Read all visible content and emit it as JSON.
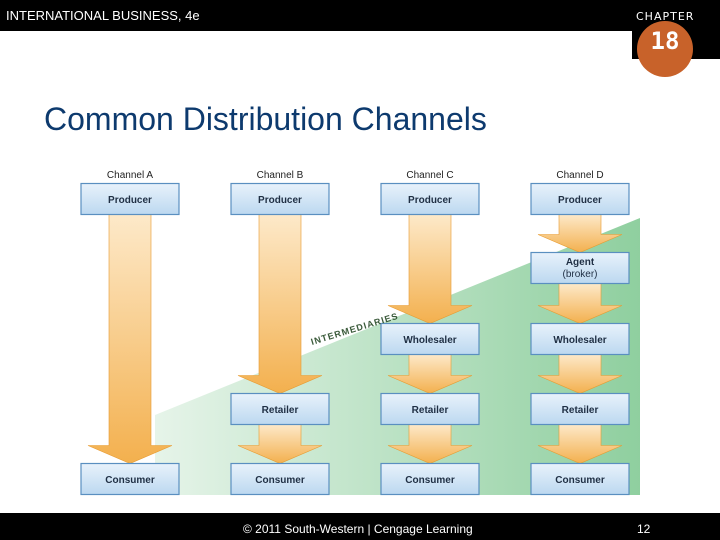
{
  "header": {
    "book_title": "INTERNATIONAL BUSINESS, 4e",
    "chapter_label": "CHAPTER",
    "chapter_number": "18"
  },
  "title": "Common Distribution Channels",
  "diagram": {
    "channels": [
      {
        "name": "Channel A",
        "steps": [
          "Producer",
          "Consumer"
        ]
      },
      {
        "name": "Channel B",
        "steps": [
          "Producer",
          "Retailer",
          "Consumer"
        ]
      },
      {
        "name": "Channel C",
        "steps": [
          "Producer",
          "Wholesaler",
          "Retailer",
          "Consumer"
        ]
      },
      {
        "name": "Channel D",
        "steps": [
          "Producer",
          "Agent (broker)",
          "Wholesaler",
          "Retailer",
          "Consumer"
        ]
      }
    ],
    "intermediaries_label": "INTERMEDIARIES"
  },
  "footer": {
    "copyright": "© 2011 South-Western | Cengage Learning",
    "page": "12"
  },
  "colors": {
    "title": "#0d3a6e",
    "box_fill": "#cfe4f5",
    "box_border": "#5a8fc0",
    "arrow_fill": "#f3b04e",
    "wedge_fill": "#8fcf9f",
    "chapter_circle": "#c8622a"
  }
}
